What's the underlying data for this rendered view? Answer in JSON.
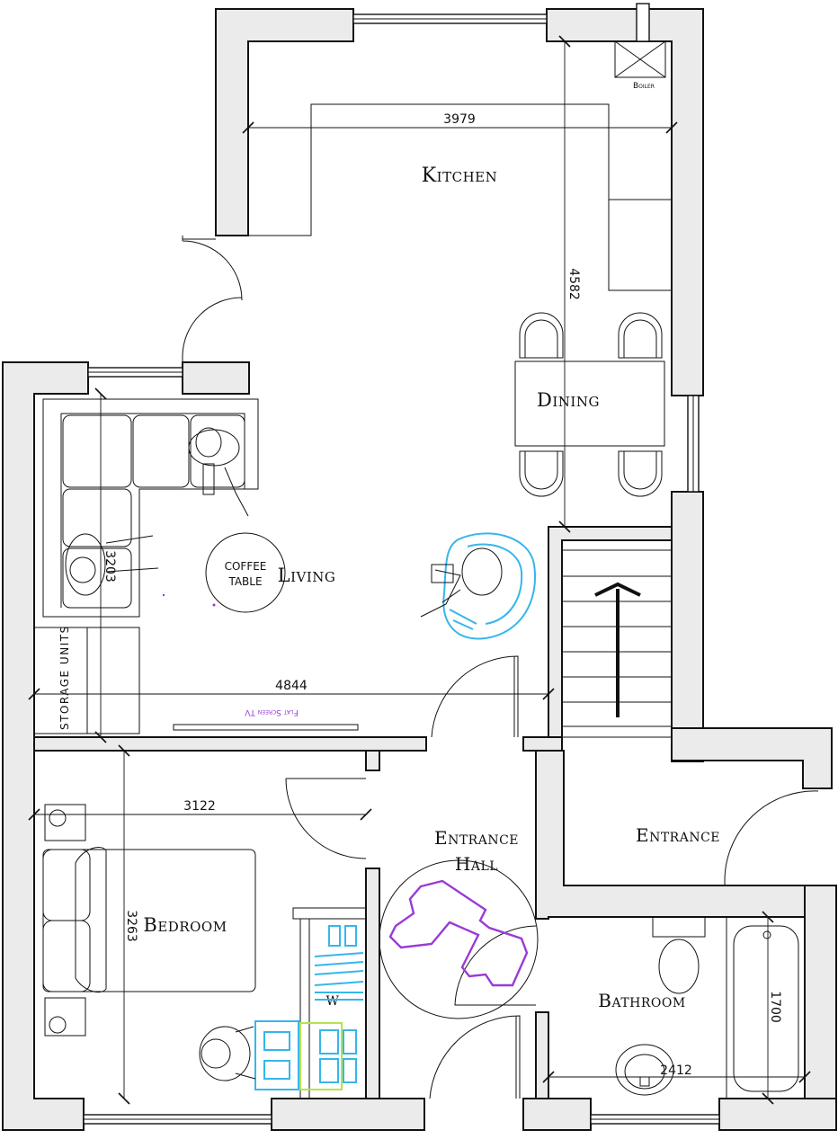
{
  "rooms": {
    "kitchen": "Kitchen",
    "dining": "Dining",
    "living": "Living",
    "bedroom": "Bedroom",
    "entrance_hall_line1": "Entrance",
    "entrance_hall_line2": "Hall",
    "entrance": "Entrance",
    "bathroom": "Bathroom"
  },
  "labels": {
    "boiler": "Boiler",
    "coffee_table_line1": "COFFEE",
    "coffee_table_line2": "TABLE",
    "storage_units": "STORAGE UNITS",
    "flat_screen_tv": "Flat Screen TV",
    "wardrobe": "W"
  },
  "dimensions": {
    "kitchen_width": "3979",
    "kitchen_length": "4582",
    "living_width": "4844",
    "living_depth": "3203",
    "bedroom_width": "3122",
    "bedroom_length": "3263",
    "bath_length": "1700",
    "bath_width": "2412"
  },
  "colors": {
    "wall_fill": "#ebebeb",
    "line": "#111111",
    "accent_cyan": "#36b6ea",
    "accent_purple": "#9a3ad6",
    "accent_lime": "#b6e34a"
  }
}
